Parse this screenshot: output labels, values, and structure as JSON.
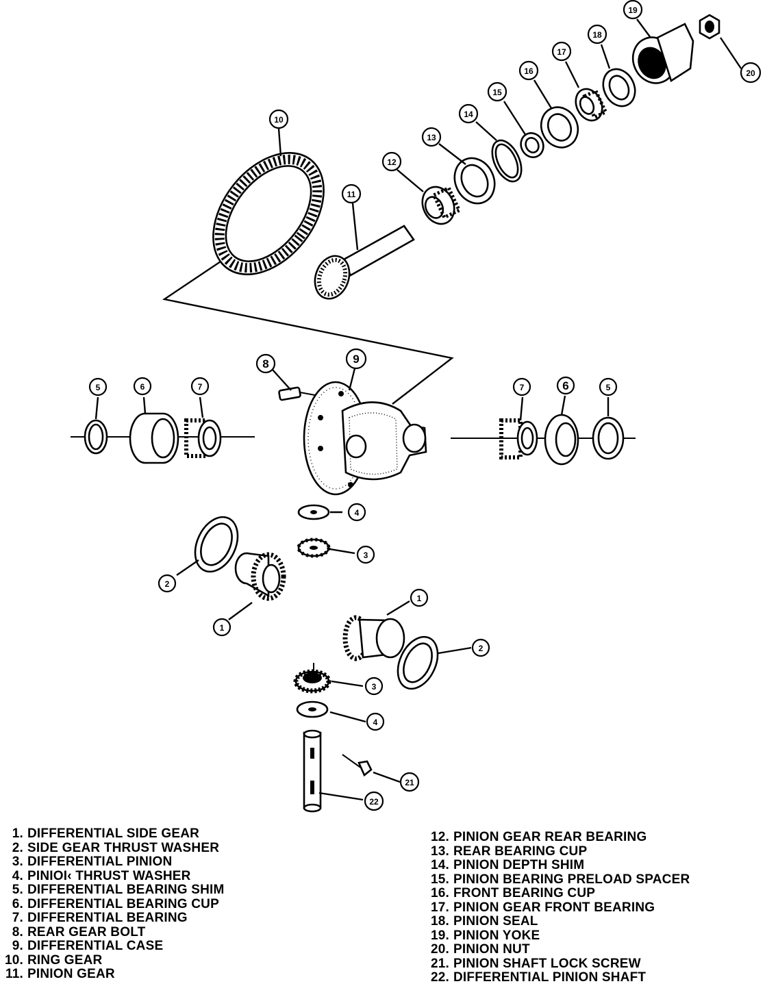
{
  "callouts": [
    "1",
    "2",
    "3",
    "4",
    "5",
    "6",
    "7",
    "8",
    "9",
    "10",
    "11",
    "12",
    "13",
    "14",
    "15",
    "16",
    "17",
    "18",
    "19",
    "20",
    "21",
    "22"
  ],
  "legend_left": [
    {
      "num": "1.",
      "label": "DIFFERENTIAL SIDE GEAR"
    },
    {
      "num": "2.",
      "label": "SIDE GEAR THRUST WASHER"
    },
    {
      "num": "3.",
      "label": "DIFFERENTIAL PINION"
    },
    {
      "num": "4.",
      "label": "PINIOI‹ THRUST WASHER"
    },
    {
      "num": "5.",
      "label": "DIFFERENTIAL BEARING SHIM"
    },
    {
      "num": "6.",
      "label": "DIFFERENTIAL BEARING CUP"
    },
    {
      "num": "7.",
      "label": "DIFFERENTIAL BEARING"
    },
    {
      "num": "8.",
      "label": "REAR GEAR BOLT"
    },
    {
      "num": "9.",
      "label": "DIFFERENTIAL CASE"
    },
    {
      "num": "10.",
      "label": "RING GEAR"
    },
    {
      "num": "11.",
      "label": "PINION GEAR"
    }
  ],
  "legend_right": [
    {
      "num": "12.",
      "label": "PINION GEAR REAR BEARING"
    },
    {
      "num": "13.",
      "label": "REAR BEARING CUP"
    },
    {
      "num": "14.",
      "label": "PINION DEPTH SHIM"
    },
    {
      "num": "15.",
      "label": "PINION BEARING PRELOAD SPACER"
    },
    {
      "num": "16.",
      "label": "FRONT BEARING CUP"
    },
    {
      "num": "17.",
      "label": "PINION GEAR FRONT BEARING"
    },
    {
      "num": "18.",
      "label": "PINION SEAL"
    },
    {
      "num": "19.",
      "label": "PINION YOKE"
    },
    {
      "num": "20.",
      "label": "PINION NUT"
    },
    {
      "num": "21.",
      "label": "PINION SHAFT LOCK SCREW"
    },
    {
      "num": "22.",
      "label": "DIFFERENTIAL PINION SHAFT"
    }
  ]
}
